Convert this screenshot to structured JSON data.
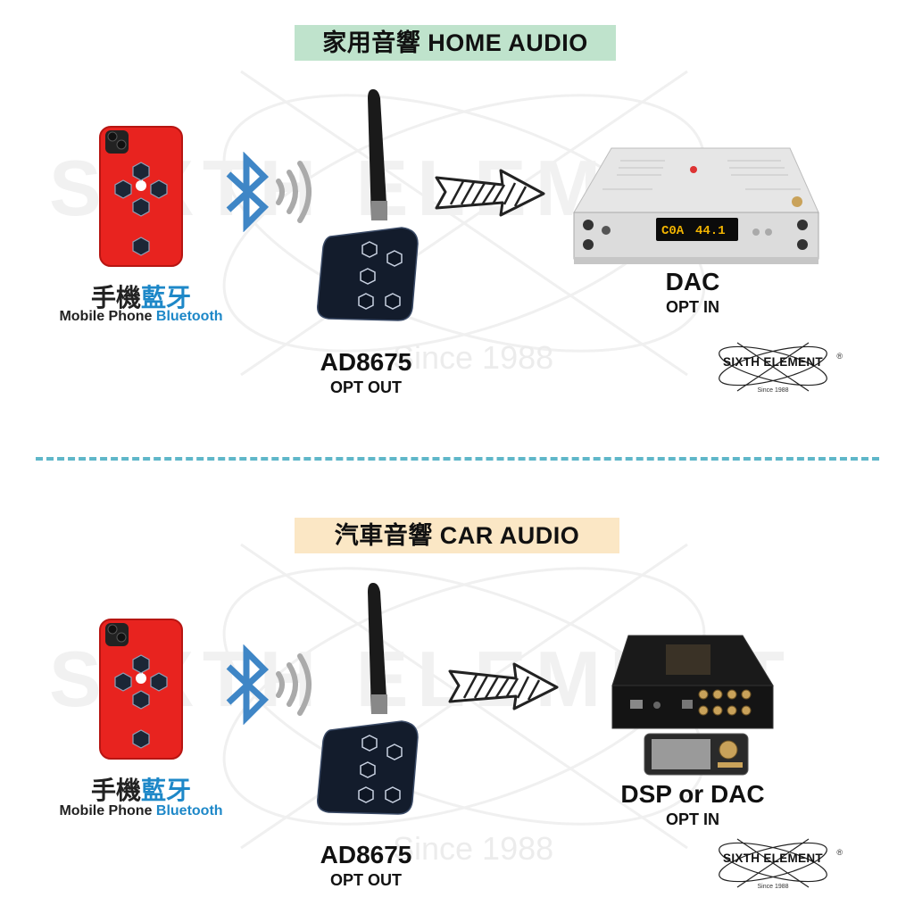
{
  "home": {
    "title": "家用音響 HOME AUDIO",
    "title_bg": "#bfe3cc",
    "phone_cn_prefix": "手機",
    "phone_cn_blue": "藍牙",
    "phone_en_prefix": "Mobile Phone",
    "phone_en_blue": "Bluetooth",
    "transmitter_name": "AD8675",
    "transmitter_port": "OPT OUT",
    "target_name": "DAC",
    "target_port": "OPT IN",
    "dac_display": "C0A",
    "dac_display_rate": "44.1",
    "watermark": "SIXTH ELEMENT",
    "watermark_since": "Since 1988"
  },
  "car": {
    "title": "汽車音響 CAR AUDIO",
    "title_bg": "#fbe7c5",
    "phone_cn_prefix": "手機",
    "phone_cn_blue": "藍牙",
    "phone_en_prefix": "Mobile Phone",
    "phone_en_blue": "Bluetooth",
    "transmitter_name": "AD8675",
    "transmitter_port": "OPT OUT",
    "target_name": "DSP or DAC",
    "target_port": "OPT IN",
    "watermark": "SIXTH ELEMENT",
    "watermark_since": "Since 1988"
  },
  "logo": {
    "brand": "SIXTH ELEMENT",
    "since": "Since 1988",
    "registered": "®"
  },
  "colors": {
    "bluetooth": "#3f86c6",
    "phone": "#e8231f",
    "divider": "#5fb7c9",
    "arrow_fill": "#ffffff",
    "arrow_stroke": "#222222"
  },
  "icons": [
    "bluetooth-icon",
    "signal-waves-icon",
    "arrow-right-icon",
    "apple-logo-icon"
  ]
}
